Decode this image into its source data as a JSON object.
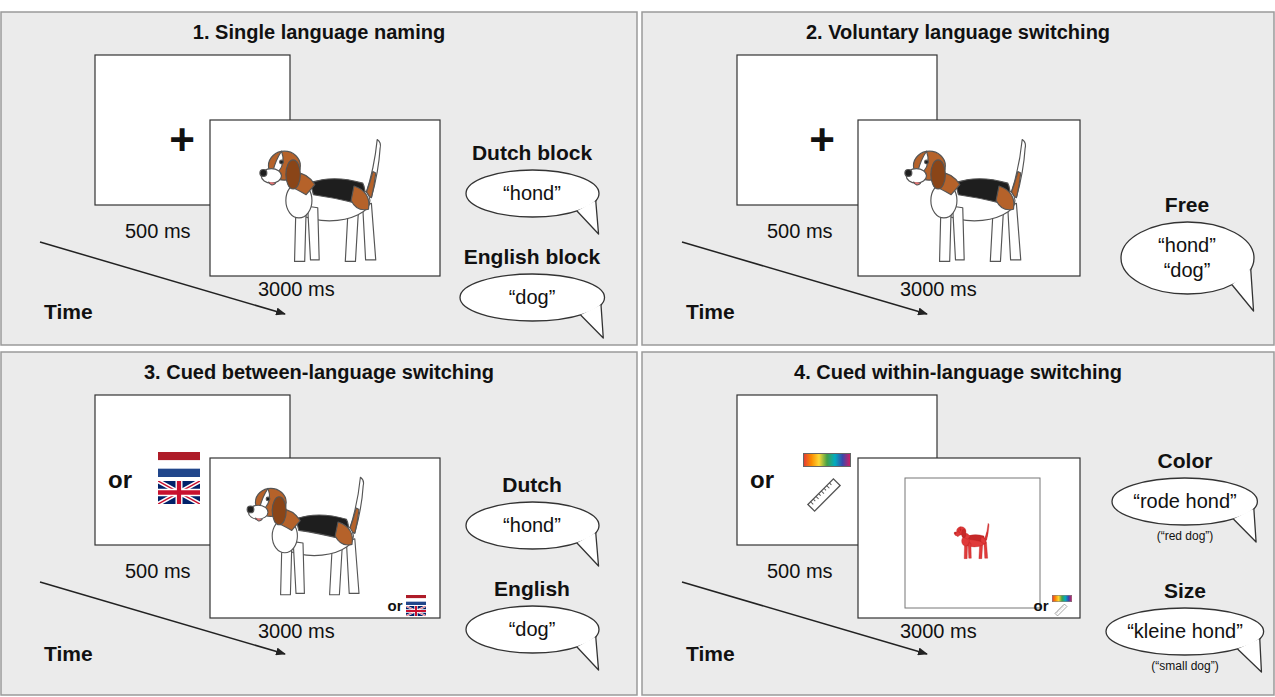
{
  "diagram": {
    "nodes": [
      {
        "text": [
          "1. Single language naming"
        ]
      },
      {
        "text": [
          "+"
        ],
        "in": 0
      },
      {
        "text": [
          "Dutch block",
          "“hond”"
        ],
        "in": 0
      },
      {
        "text": [
          "English block",
          "“dog”"
        ],
        "in": 0
      },
      {
        "text": [
          "2. Voluntary language switching"
        ]
      },
      {
        "text": [
          "+"
        ],
        "in": 4
      },
      {
        "text": [
          "Free",
          "“hond” “dog”"
        ],
        "in": 4
      },
      {
        "text": [
          "3. Cued between-language switching"
        ]
      },
      {
        "text": [
          "or"
        ],
        "in": 7
      },
      {
        "text": [
          "or"
        ],
        "in": 7
      },
      {
        "text": [
          "Dutch",
          "“hond”"
        ],
        "in": 7
      },
      {
        "text": [
          "English",
          "“dog”"
        ],
        "in": 7
      },
      {
        "text": [
          "4. Cued within-language switching"
        ]
      },
      {
        "text": [
          "or"
        ],
        "in": 12
      },
      {
        "text": [
          "or"
        ],
        "in": 12
      },
      {
        "text": [
          "Color",
          "“rode hond”",
          "(“red dog”)"
        ],
        "in": 12
      },
      {
        "text": [
          "Size",
          "“kleine hond”",
          "(“small dog”)"
        ],
        "in": 12
      }
    ],
    "labels": [
      "500 ms",
      "3000 ms",
      "Time",
      "500 ms",
      "3000 ms",
      "Time",
      "500 ms",
      "3000 ms",
      "Time",
      "500 ms",
      "3000 ms",
      "Time"
    ]
  }
}
